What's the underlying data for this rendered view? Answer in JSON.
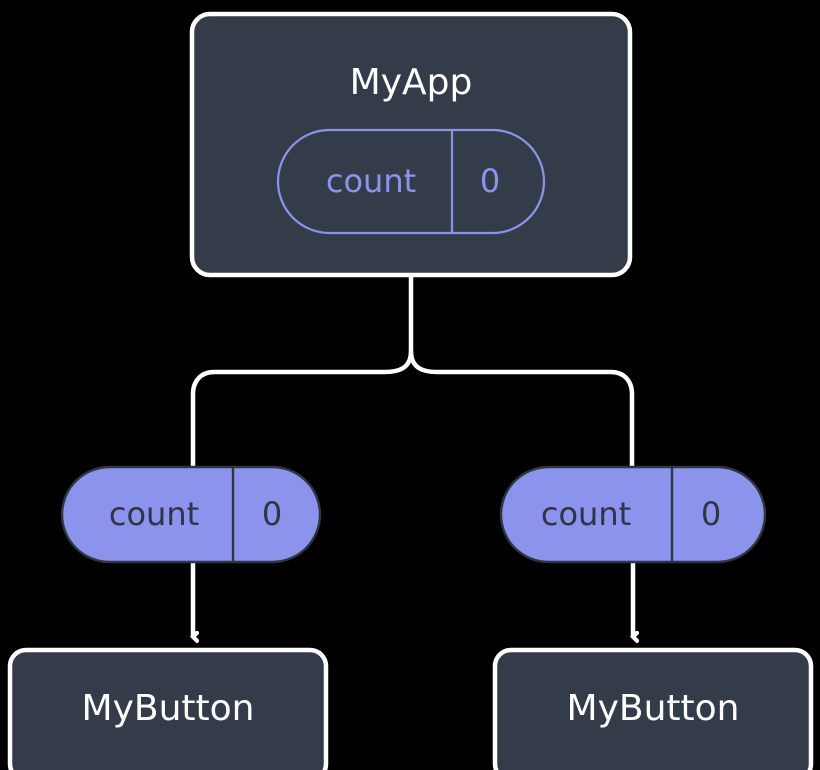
{
  "diagram": {
    "type": "component-state-tree",
    "background_color": "#000000",
    "colors": {
      "node_fill": "#353C49",
      "node_border": "#FFFFFF",
      "node_text": "#FFFFFF",
      "state_accent": "#8B93EC",
      "state_fill_solid": "#8B93EC",
      "state_text_on_solid": "#2F3542",
      "edge": "#FFFFFF"
    },
    "root": {
      "label": "MyApp",
      "state": {
        "key_label": "count",
        "value_label": "0",
        "style": "outlined"
      }
    },
    "branches": [
      {
        "state": {
          "key_label": "count",
          "value_label": "0",
          "style": "filled"
        },
        "child": {
          "label": "MyButton"
        }
      },
      {
        "state": {
          "key_label": "count",
          "value_label": "0",
          "style": "filled"
        },
        "child": {
          "label": "MyButton"
        }
      }
    ]
  }
}
